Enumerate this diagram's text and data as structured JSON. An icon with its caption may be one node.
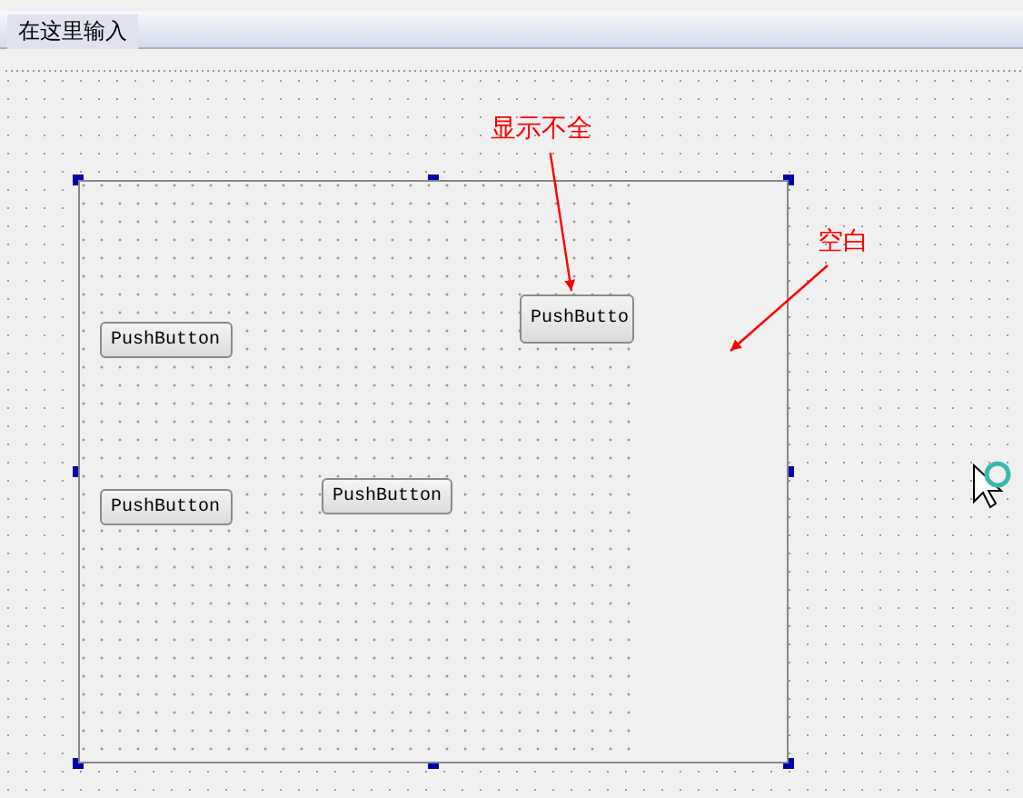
{
  "diagram": {
    "nodes": [
      {
        "text": [
          "显示不全"
        ]
      },
      {
        "text": [
          "空白"
        ]
      },
      {
        "text": [],
        "shape": "box"
      },
      {
        "text": [
          "PushButton"
        ],
        "in": 2
      },
      {
        "text": [
          "PushButto"
        ],
        "in": 2
      },
      {
        "text": [
          "PushButton"
        ],
        "in": 2
      },
      {
        "text": [
          "PushButton"
        ],
        "in": 2
      }
    ],
    "edges": [
      {
        "from": 0,
        "to": 4,
        "arrow": "to"
      },
      {
        "from": 1,
        "to": null,
        "arrow": "to"
      }
    ],
    "labels": [
      "在这里输入"
    ]
  }
}
